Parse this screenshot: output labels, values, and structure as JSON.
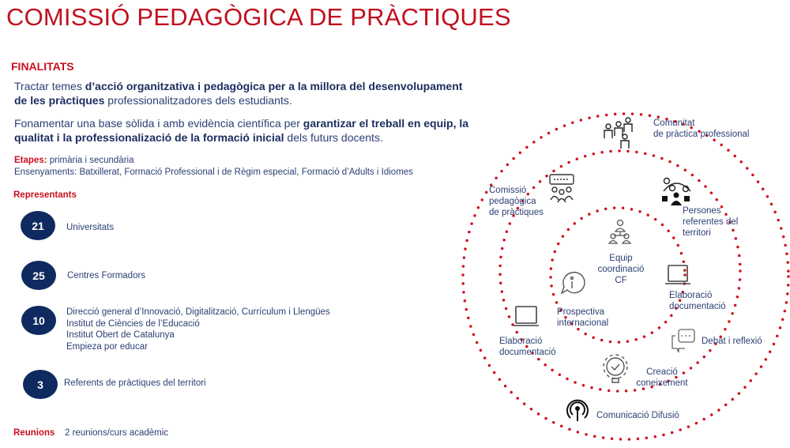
{
  "title": "COMISSIÓ PEDAGÒGICA DE PRÀCTIQUES",
  "finalitats": {
    "heading": "FINALITATS",
    "p1": {
      "a": "Tractar temes ",
      "b": "d’acció organitzativa i pedagògica per a la millora del desenvolupament de les pràctiques",
      "c": " professionalitzadores dels estudiants."
    },
    "p2": {
      "a": "Fonamentar una base sòlida i amb evidència científica per ",
      "b": "garantizar el treball en equip, la qualitat i la professionalizació de la formació inicial",
      "c": " dels futurs docents."
    },
    "etapes_label": "Etapes:",
    "etapes_value": " primària i secundària",
    "ensenyaments": "Ensenyaments: Batxillerat, Formació Professional i de Règim especial,  Formació d’Adults i Idiomes"
  },
  "representants": {
    "heading": "Representants",
    "items": [
      {
        "count": "21",
        "lines": [
          "Universitats"
        ]
      },
      {
        "count": "25",
        "lines": [
          "Centres Formadors"
        ]
      },
      {
        "count": "10",
        "lines": [
          "Direcció general d’Innovació, Digitalització, Currículum i Llengües",
          "Institut de Ciències de l’Educació",
          "Institut Obert de Catalunya",
          "Empieza por educar"
        ]
      },
      {
        "count": "3",
        "lines": [
          "Referents de pràctiques del territori"
        ]
      }
    ]
  },
  "reunions": {
    "label": "Reunions",
    "value": "2 reunions/curs acadèmic"
  },
  "diagram": {
    "dot_color": "#d0101e",
    "labels": {
      "comunitat": [
        "Comunitat",
        "de pràctica professional"
      ],
      "comissio": [
        "Comissió",
        "pedagògica",
        "de pràctiques"
      ],
      "persones": [
        "Persones",
        "referentes del",
        "territori"
      ],
      "equip": [
        "Equip",
        "coordinació",
        "CF"
      ],
      "elab_right": [
        "Elaboració",
        "documentació"
      ],
      "prospectiva": [
        "Prospectiva",
        "internacional"
      ],
      "elab_left": [
        "Elaboració",
        "documentació"
      ],
      "debat": [
        "Debat i reflexió"
      ],
      "creacio": [
        "Creació",
        "coneixement"
      ],
      "comunicacio": [
        "Comunicació Difusió"
      ]
    }
  }
}
